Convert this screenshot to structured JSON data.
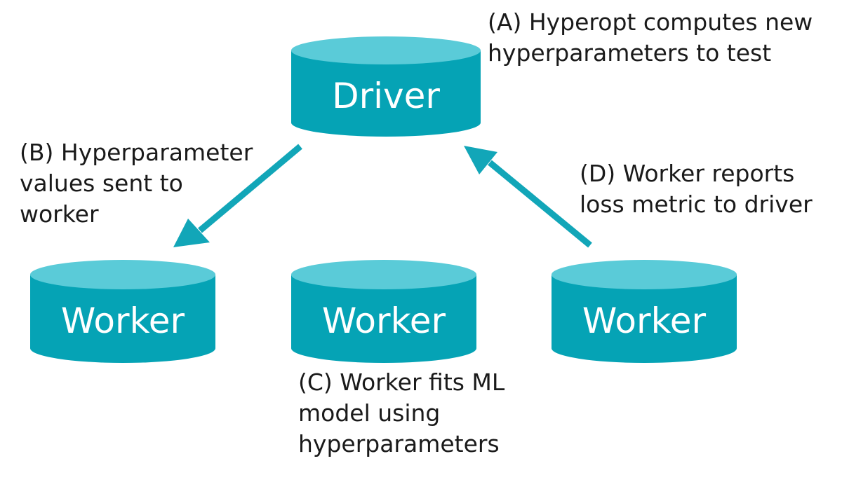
{
  "colors": {
    "cylinder_body": "#05a3b5",
    "cylinder_top": "#5acbd8",
    "arrow": "#12a6b8",
    "label_text": "#ffffff",
    "annotation_text": "#1a1a1a"
  },
  "nodes": {
    "driver": {
      "label": "Driver"
    },
    "worker_left": {
      "label": "Worker"
    },
    "worker_center": {
      "label": "Worker"
    },
    "worker_right": {
      "label": "Worker"
    }
  },
  "annotations": {
    "a": {
      "lines": [
        "(A) Hyperopt computes new",
        "hyperparameters to test"
      ]
    },
    "b": {
      "lines": [
        "(B) Hyperparameter",
        "values sent to",
        "worker"
      ]
    },
    "c": {
      "lines": [
        "(C) Worker fits ML",
        "model using",
        "hyperparameters"
      ]
    },
    "d": {
      "lines": [
        "(D) Worker reports",
        "loss metric to driver"
      ]
    }
  }
}
